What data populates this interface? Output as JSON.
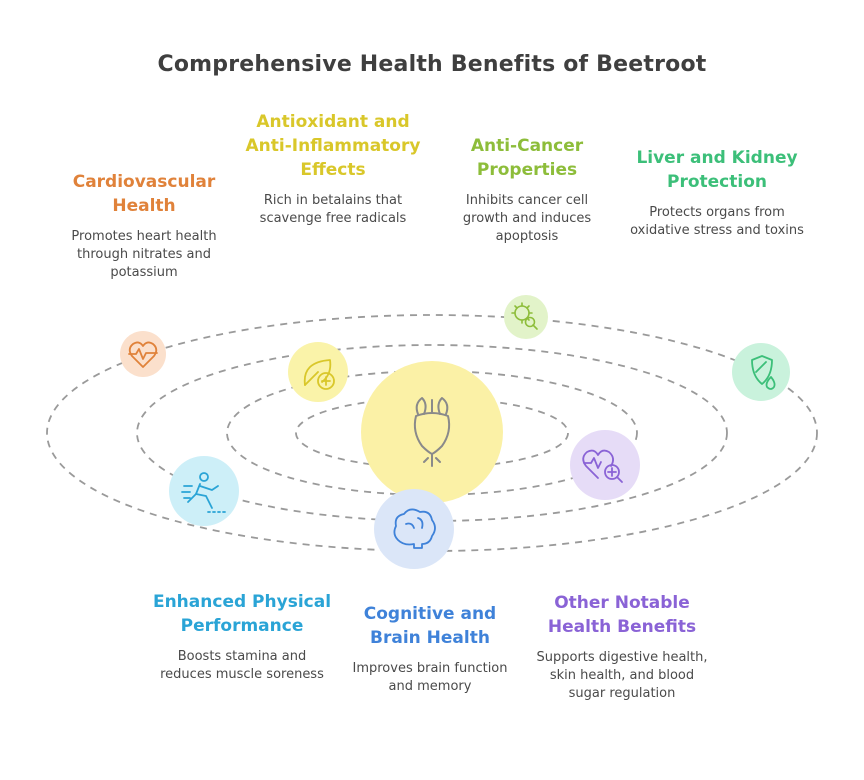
{
  "title": "Comprehensive Health Benefits of Beetroot",
  "center": {
    "icon": "beetroot-icon",
    "color": "#fbf1a6"
  },
  "benefits": [
    {
      "id": "cardiovascular",
      "title": "Cardiovascular Health",
      "description": "Promotes heart health through nitrates and potassium",
      "color": "#e0823a",
      "icon": "heart-pulse-icon"
    },
    {
      "id": "antioxidant",
      "title": "Antioxidant and Anti-Inflammatory Effects",
      "description": "Rich in betalains that scavenge free radicals",
      "color": "#d9c72a",
      "icon": "leaf-plus-icon"
    },
    {
      "id": "anticancer",
      "title": "Anti-Cancer Properties",
      "description": "Inhibits cancer cell growth and induces apoptosis",
      "color": "#8dbd3a",
      "icon": "cell-search-icon"
    },
    {
      "id": "liver-kidney",
      "title": "Liver and Kidney Protection",
      "description": "Protects organs from oxidative stress and toxins",
      "color": "#3cbf79",
      "icon": "shield-drop-icon"
    },
    {
      "id": "physical",
      "title": "Enhanced Physical Performance",
      "description": "Boosts stamina and reduces muscle soreness",
      "color": "#2aa4d6",
      "icon": "runner-icon"
    },
    {
      "id": "cognitive",
      "title": "Cognitive and Brain Health",
      "description": "Improves brain function and memory",
      "color": "#3f82d9",
      "icon": "brain-icon"
    },
    {
      "id": "other",
      "title": "Other Notable Health Benefits",
      "description": "Supports digestive health, skin health, and blood sugar regulation",
      "color": "#8a63d6",
      "icon": "heart-search-icon"
    }
  ]
}
